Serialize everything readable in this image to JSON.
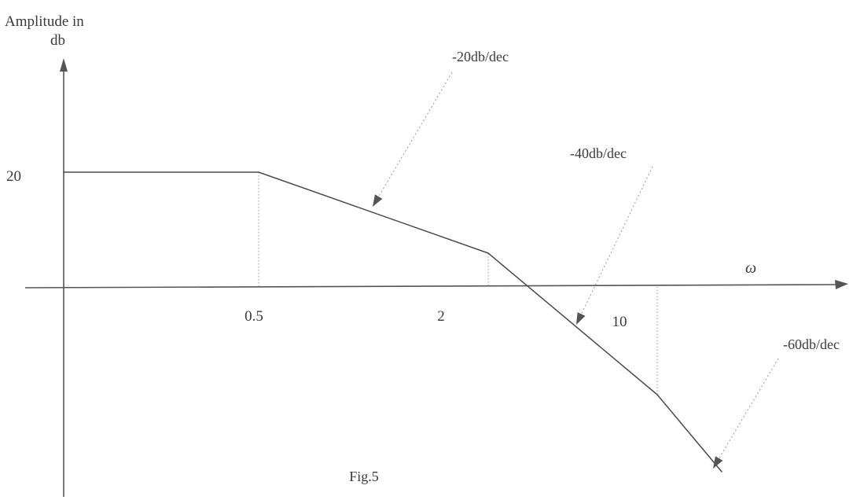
{
  "chart_data": {
    "type": "line",
    "title": "",
    "ylabel": "Amplitude in db",
    "xlabel": "ω",
    "y_ticks": [
      {
        "value": 20,
        "label": "20"
      }
    ],
    "x_ticks": [
      {
        "value": 0.5,
        "label": "0.5"
      },
      {
        "value": 2,
        "label": "2"
      },
      {
        "value": 10,
        "label": "10"
      }
    ],
    "series": [
      {
        "points": [
          {
            "omega": 0.08,
            "db": 20
          },
          {
            "omega": 0.5,
            "db": 20
          },
          {
            "omega": 2,
            "db": 6
          },
          {
            "omega": 10,
            "db": -18
          },
          {
            "omega": 20,
            "db": -33
          }
        ]
      }
    ],
    "corner_frequencies": [
      0.5,
      2,
      10
    ],
    "slopes": [
      {
        "label": "-20db/dec",
        "segment": 1
      },
      {
        "label": "-40db/dec",
        "segment": 2
      },
      {
        "label": "-60db/dec",
        "segment": 3
      }
    ],
    "caption": "Fig.5",
    "grid": false,
    "legend": "none"
  }
}
